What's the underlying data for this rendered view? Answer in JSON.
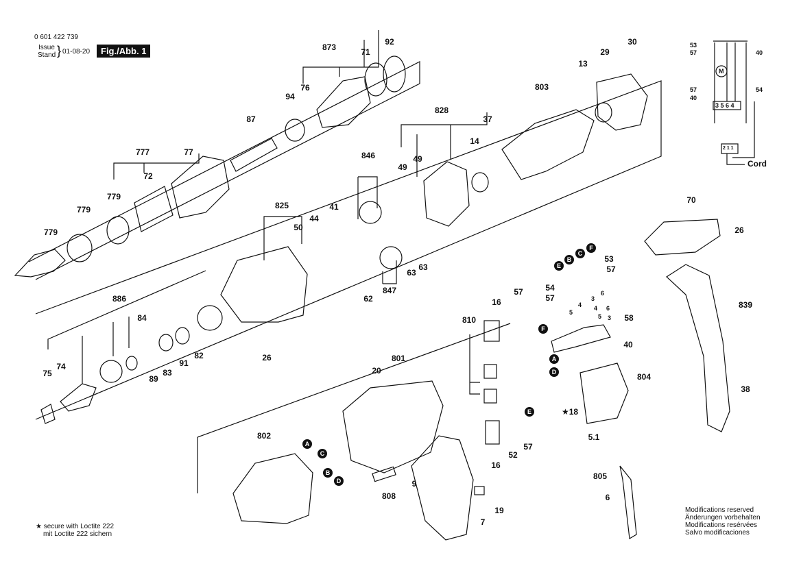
{
  "header": {
    "part_number": "0 601 422 739",
    "issue_top": "Issue",
    "issue_bottom": "Stand",
    "date": "01-08-20",
    "figure": "Fig./Abb. 1"
  },
  "parts": [
    {
      "id": "p873",
      "label": "873"
    },
    {
      "id": "p92",
      "label": "92"
    },
    {
      "id": "p71",
      "label": "71"
    },
    {
      "id": "p94",
      "label": "94"
    },
    {
      "id": "p76",
      "label": "76"
    },
    {
      "id": "p87",
      "label": "87"
    },
    {
      "id": "p777",
      "label": "777"
    },
    {
      "id": "p77",
      "label": "77"
    },
    {
      "id": "p72",
      "label": "72"
    },
    {
      "id": "p779a",
      "label": "779"
    },
    {
      "id": "p779b",
      "label": "779"
    },
    {
      "id": "p779c",
      "label": "779"
    },
    {
      "id": "p828",
      "label": "828"
    },
    {
      "id": "p846",
      "label": "846"
    },
    {
      "id": "p49a",
      "label": "49"
    },
    {
      "id": "p49b",
      "label": "49"
    },
    {
      "id": "p37",
      "label": "37"
    },
    {
      "id": "p14",
      "label": "14"
    },
    {
      "id": "p803",
      "label": "803"
    },
    {
      "id": "p13",
      "label": "13"
    },
    {
      "id": "p29",
      "label": "29"
    },
    {
      "id": "p30",
      "label": "30"
    },
    {
      "id": "p825",
      "label": "825"
    },
    {
      "id": "p50",
      "label": "50"
    },
    {
      "id": "p44",
      "label": "44"
    },
    {
      "id": "p41",
      "label": "41"
    },
    {
      "id": "p63a",
      "label": "63"
    },
    {
      "id": "p63b",
      "label": "63"
    },
    {
      "id": "p62",
      "label": "62"
    },
    {
      "id": "p847",
      "label": "847"
    },
    {
      "id": "p886",
      "label": "886"
    },
    {
      "id": "p84",
      "label": "84"
    },
    {
      "id": "p75",
      "label": "75"
    },
    {
      "id": "p74",
      "label": "74"
    },
    {
      "id": "p89",
      "label": "89"
    },
    {
      "id": "p83",
      "label": "83"
    },
    {
      "id": "p91",
      "label": "91"
    },
    {
      "id": "p82",
      "label": "82"
    },
    {
      "id": "p26a",
      "label": "26"
    },
    {
      "id": "p810",
      "label": "810"
    },
    {
      "id": "p16a",
      "label": "16"
    },
    {
      "id": "p57a",
      "label": "57"
    },
    {
      "id": "p16b",
      "label": "16"
    },
    {
      "id": "p52",
      "label": "52"
    },
    {
      "id": "p57b",
      "label": "57"
    },
    {
      "id": "p801",
      "label": "801"
    },
    {
      "id": "p20",
      "label": "20"
    },
    {
      "id": "p802",
      "label": "802"
    },
    {
      "id": "p808",
      "label": "808"
    },
    {
      "id": "p9",
      "label": "9"
    },
    {
      "id": "p7",
      "label": "7"
    },
    {
      "id": "p19",
      "label": "19"
    },
    {
      "id": "p54",
      "label": "54"
    },
    {
      "id": "p57c",
      "label": "57"
    },
    {
      "id": "p53",
      "label": "53"
    },
    {
      "id": "p57d",
      "label": "57"
    },
    {
      "id": "p58",
      "label": "58"
    },
    {
      "id": "p40",
      "label": "40"
    },
    {
      "id": "p804",
      "label": "804"
    },
    {
      "id": "p18",
      "label": "★18"
    },
    {
      "id": "p51",
      "label": "5.1"
    },
    {
      "id": "p805",
      "label": "805"
    },
    {
      "id": "p6",
      "label": "6"
    },
    {
      "id": "p70",
      "label": "70"
    },
    {
      "id": "p26b",
      "label": "26"
    },
    {
      "id": "p839",
      "label": "839"
    },
    {
      "id": "p38",
      "label": "38"
    }
  ],
  "connectors": [
    {
      "id": "cA1",
      "label": "A"
    },
    {
      "id": "cC1",
      "label": "C"
    },
    {
      "id": "cB1",
      "label": "B"
    },
    {
      "id": "cD1",
      "label": "D"
    },
    {
      "id": "cF1",
      "label": "F"
    },
    {
      "id": "cE1",
      "label": "E"
    },
    {
      "id": "cA2",
      "label": "A"
    },
    {
      "id": "cD2",
      "label": "D"
    },
    {
      "id": "cE2",
      "label": "E"
    },
    {
      "id": "cB2",
      "label": "B"
    },
    {
      "id": "cC2",
      "label": "C"
    },
    {
      "id": "cF2",
      "label": "F"
    }
  ],
  "wiring": {
    "labels_left": [
      "53",
      "57",
      "57",
      "40"
    ],
    "labels_right": [
      "40",
      "54"
    ],
    "terminals": "3 5 6 4",
    "switch_marks": "2 1 1",
    "motor": "M",
    "cord": "Cord"
  },
  "terminal_marks": [
    "5",
    "4",
    "3",
    "6",
    "4",
    "5",
    "6",
    "3"
  ],
  "footnote": {
    "line1": "★ secure with Loctite 222",
    "line2": "mit Loctite 222 sichern"
  },
  "modifications": [
    "Modifications reserved",
    "Änderungen vorbehalten",
    "Modifications resérvées",
    "Salvo modificaciones"
  ]
}
